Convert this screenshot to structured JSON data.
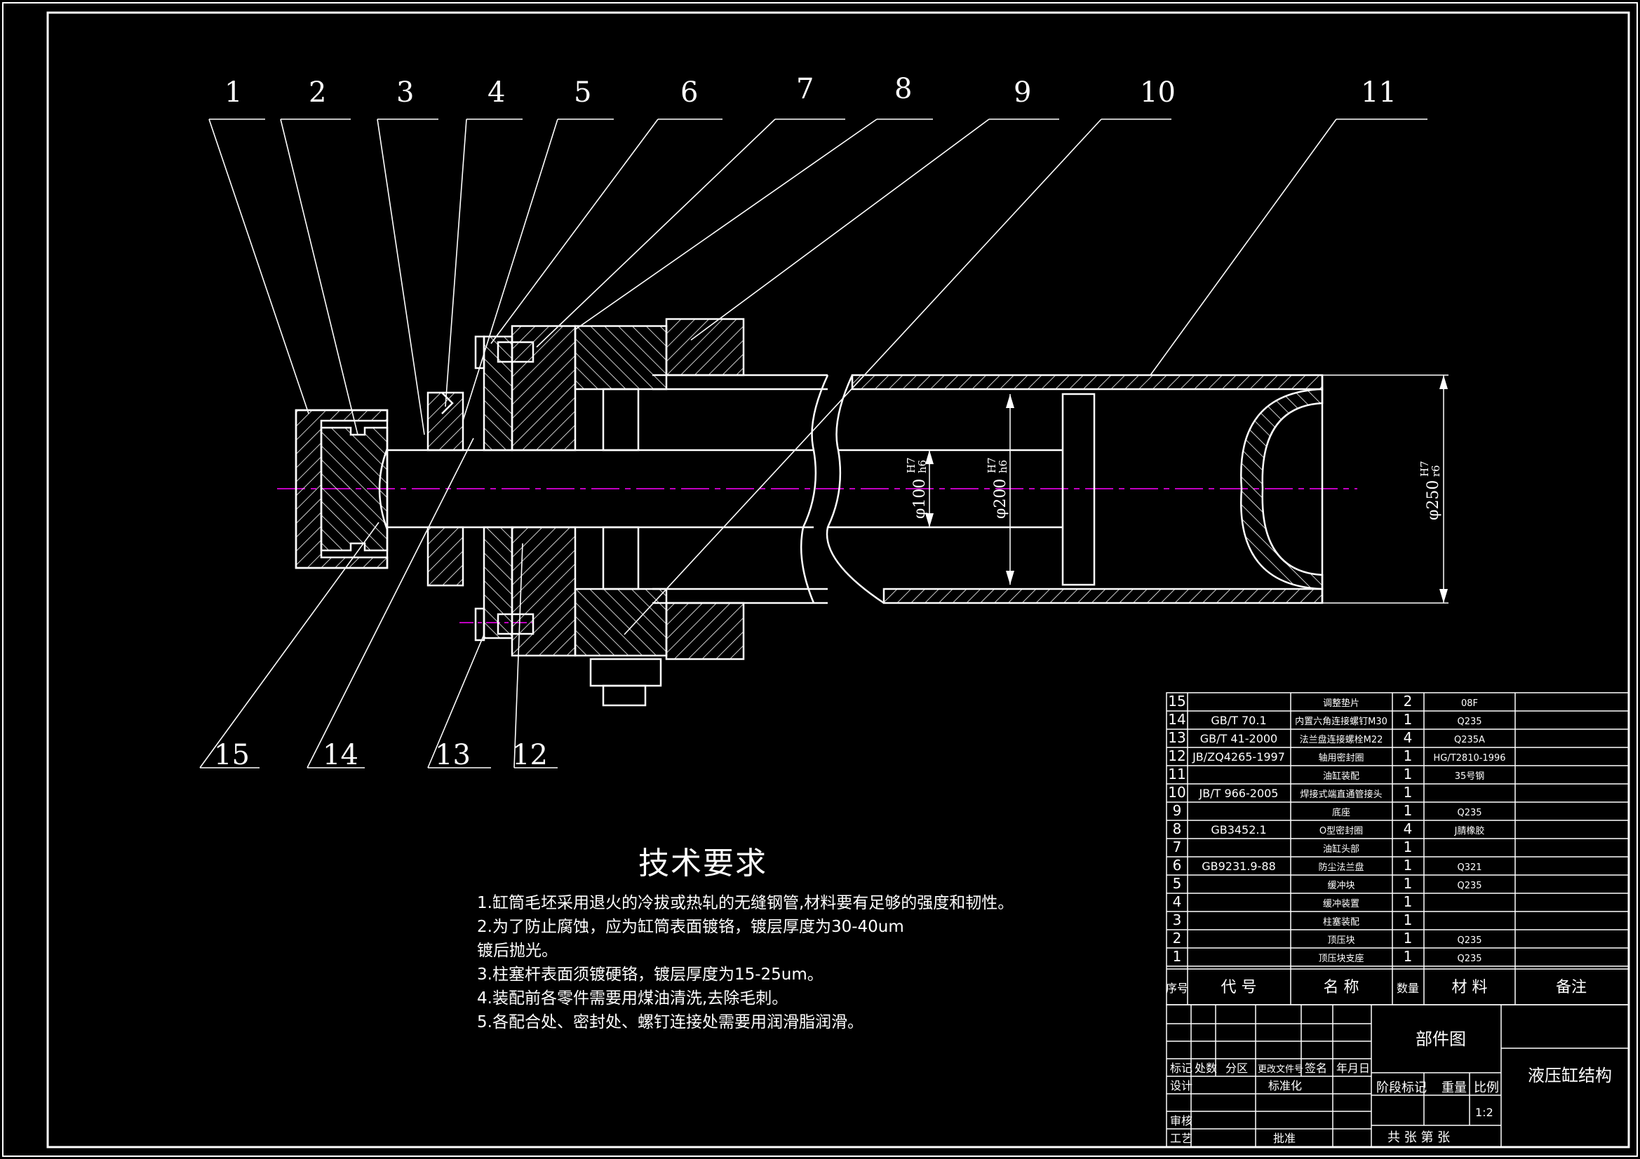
{
  "callouts": [
    "1",
    "2",
    "3",
    "4",
    "5",
    "6",
    "7",
    "8",
    "9",
    "10",
    "11",
    "12",
    "13",
    "14",
    "15"
  ],
  "dimensions": {
    "d100": "φ100",
    "d100_fit_top": "H7",
    "d100_fit_bottom": "h6",
    "d200": "φ200",
    "d200_fit_top": "H7",
    "d200_fit_bottom": "h6",
    "d250": "φ250",
    "d250_fit_top": "H7",
    "d250_fit_bottom": "r6"
  },
  "tech_requirements": {
    "title": "技术要求",
    "items": [
      "1.缸筒毛坯采用退火的冷拔或热轧的无缝钢管,材料要有足够的强度和韧性。",
      "2.为了防止腐蚀，应为缸筒表面镀铬，镀层厚度为30-40um",
      "镀后抛光。",
      "3.柱塞杆表面须镀硬铬，镀层厚度为15-25um。",
      "4.装配前各零件需要用煤油清洗,去除毛刺。",
      "5.各配合处、密封处、螺钉连接处需要用润滑脂润滑。"
    ]
  },
  "bom": {
    "rows": [
      {
        "no": "15",
        "code": "",
        "name": "调整垫片",
        "qty": "2",
        "material": "08F",
        "note": ""
      },
      {
        "no": "14",
        "code": "GB/T 70.1",
        "name": "内置六角连接螺钉M30",
        "qty": "1",
        "material": "Q235",
        "note": ""
      },
      {
        "no": "13",
        "code": "GB/T 41-2000",
        "name": "法兰盘连接螺栓M22",
        "qty": "4",
        "material": "Q235A",
        "note": ""
      },
      {
        "no": "12",
        "code": "JB/ZQ4265-1997",
        "name": "轴用密封圈",
        "qty": "1",
        "material": "HG/T2810-1996",
        "note": ""
      },
      {
        "no": "11",
        "code": "",
        "name": "油缸装配",
        "qty": "1",
        "material": "35号钢",
        "note": ""
      },
      {
        "no": "10",
        "code": "JB/T 966-2005",
        "name": "焊接式端直通管接头",
        "qty": "1",
        "material": "",
        "note": ""
      },
      {
        "no": "9",
        "code": "",
        "name": "底座",
        "qty": "1",
        "material": "Q235",
        "note": ""
      },
      {
        "no": "8",
        "code": "GB3452.1",
        "name": "O型密封圈",
        "qty": "4",
        "material": "J腈橡胶",
        "note": ""
      },
      {
        "no": "7",
        "code": "",
        "name": "油缸头部",
        "qty": "1",
        "material": "",
        "note": ""
      },
      {
        "no": "6",
        "code": "GB9231.9-88",
        "name": "防尘法兰盘",
        "qty": "1",
        "material": "Q321",
        "note": ""
      },
      {
        "no": "5",
        "code": "",
        "name": "缓冲块",
        "qty": "1",
        "material": "Q235",
        "note": ""
      },
      {
        "no": "4",
        "code": "",
        "name": "缓冲装置",
        "qty": "1",
        "material": "",
        "note": ""
      },
      {
        "no": "3",
        "code": "",
        "name": "柱塞装配",
        "qty": "1",
        "material": "",
        "note": ""
      },
      {
        "no": "2",
        "code": "",
        "name": "顶压块",
        "qty": "1",
        "material": "Q235",
        "note": ""
      },
      {
        "no": "1",
        "code": "",
        "name": "顶压块支座",
        "qty": "1",
        "material": "Q235",
        "note": ""
      }
    ],
    "header": {
      "no": "序号",
      "code": "代  号",
      "name": "名  称",
      "qty": "数量",
      "material": "材  料",
      "note": "备注"
    }
  },
  "title_block": {
    "drawing_type": "部件图",
    "drawing_name": "液压缸结构",
    "rev_mark": "标记",
    "rev_count": "处数",
    "rev_zone": "分区",
    "rev_doc": "更改文件号",
    "rev_sign": "签名",
    "rev_date": "年月日",
    "design": "设计",
    "standardize": "标准化",
    "review": "审核",
    "process": "工艺",
    "approve": "批准",
    "stage_mark": "阶段标记",
    "weight": "重量",
    "scale": "比例",
    "scale_value": "1:2",
    "sheets": "共  张  第  张"
  },
  "colors": {
    "line": "#ffffff",
    "centerline": "#c000c0",
    "background": "#000000"
  }
}
